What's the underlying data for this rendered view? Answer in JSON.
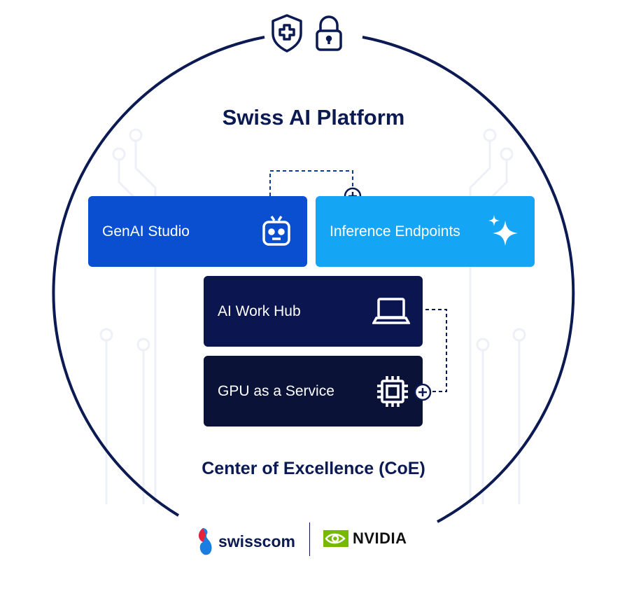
{
  "title": "Swiss AI Platform",
  "footer_title": "Center of Excellence (CoE)",
  "boxes": {
    "genai": {
      "label": "GenAI Studio",
      "icon": "robot-icon",
      "color": "#0a4fd0"
    },
    "inference": {
      "label": "Inference Endpoints",
      "icon": "sparkle-icon",
      "color": "#14a6f5"
    },
    "workhub": {
      "label": "AI Work Hub",
      "icon": "laptop-icon",
      "color": "#0b1650"
    },
    "gpu": {
      "label": "GPU as a Service",
      "icon": "chip-icon",
      "color": "#0a1238"
    }
  },
  "top_icons": [
    "shield-plus-icon",
    "lock-icon"
  ],
  "logos": {
    "swisscom": "swisscom",
    "nvidia": "NVIDIA"
  },
  "colors": {
    "navy": "#0b1a52",
    "nvidia_green": "#76b900"
  }
}
